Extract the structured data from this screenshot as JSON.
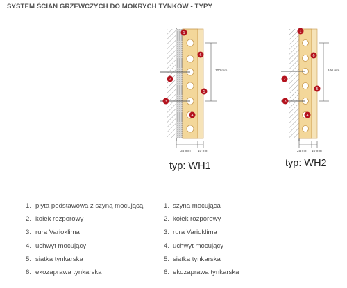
{
  "title": "SYSTEM ŚCIAN GRZEWCZYCH DO MOKRYCH TYNKÓW - TYPY",
  "colors": {
    "panel": "#f3d79a",
    "panel_edge": "#c89a4f",
    "tube": "#ffffff",
    "marker": "#b3121d",
    "hatch": "#8a8a8a",
    "dim_line": "#555555",
    "text": "#333333"
  },
  "diagrams": [
    {
      "type_label": "typ: WH1",
      "dim_vertical": "100 mm",
      "dim_bottom_left": "35 mm",
      "dim_bottom_right": "10 mm",
      "markers": [
        "1",
        "6",
        "2",
        "5",
        "3",
        "4"
      ]
    },
    {
      "type_label": "typ: WH2",
      "dim_vertical": "100 mm",
      "dim_bottom_left": "25 mm",
      "dim_bottom_right": "10 mm",
      "markers": [
        "1",
        "6",
        "2",
        "5",
        "3",
        "4"
      ]
    }
  ],
  "legend_left": [
    {
      "num": "1.",
      "text": "płyta podstawowa z szyną mocującą"
    },
    {
      "num": "2.",
      "text": "kołek rozporowy"
    },
    {
      "num": "3.",
      "text": "rura Varioklima"
    },
    {
      "num": "4.",
      "text": "uchwyt mocujący"
    },
    {
      "num": "5.",
      "text": "siatka tynkarska"
    },
    {
      "num": "6.",
      "text": "ekozaprawa tynkarska"
    }
  ],
  "legend_right": [
    {
      "num": "1.",
      "text": "szyna mocująca"
    },
    {
      "num": "2.",
      "text": "kołek rozporowy"
    },
    {
      "num": "3.",
      "text": "rura Varioklima"
    },
    {
      "num": "4.",
      "text": "uchwyt mocujący"
    },
    {
      "num": "5.",
      "text": "siatka tynkarska"
    },
    {
      "num": "6.",
      "text": "ekozaprawa tynkarska"
    }
  ]
}
